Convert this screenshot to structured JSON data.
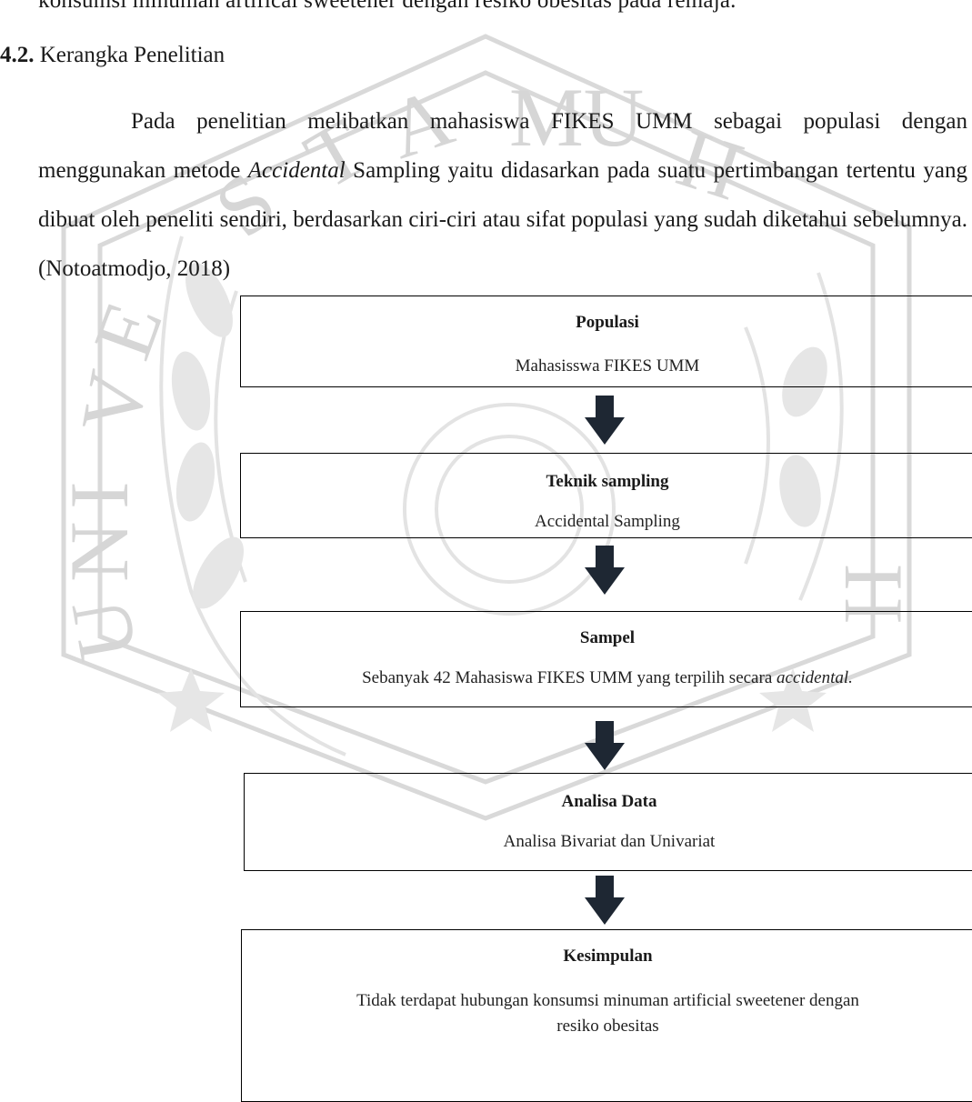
{
  "document": {
    "prev_line": "konsumsi minuman artifical sweetener dengan resiko obesitas pada remaja.",
    "section": {
      "number": "4.2.",
      "title": "Kerangka Penelitian"
    },
    "paragraph": {
      "part1": "Pada penelitian melibatkan mahasiswa FIKES UMM sebagai populasi dengan menggunakan metode ",
      "italic": "Accidental",
      "part2": " Sampling yaitu didasarkan pada suatu pertimbangan tertentu yang dibuat oleh peneliti sendiri, berdasarkan ciri-ciri atau sifat populasi yang sudah diketahui sebelumnya. (Notoatmodjo, 2018)"
    }
  },
  "flowchart": {
    "populasi": {
      "title": "Populasi",
      "desc": "Mahasisswa FIKES UMM"
    },
    "teknik": {
      "title": "Teknik sampling",
      "desc": "Accidental Sampling"
    },
    "sampel": {
      "title": "Sampel",
      "desc_part1": "Sebanyak 42 Mahasiswa FIKES UMM yang terpilih secara ",
      "desc_italic": "accidental."
    },
    "analisa": {
      "title": "Analisa Data",
      "desc": "Analisa Bivariat dan Univariat"
    },
    "kesimpulan": {
      "title": "Kesimpulan",
      "desc": "Tidak terdapat hubungan konsumsi minuman artificial sweetener dengan resiko obesitas"
    }
  },
  "watermark": {
    "text": "UNIVERSITAS MUHAMMADIYAH MALANG"
  }
}
